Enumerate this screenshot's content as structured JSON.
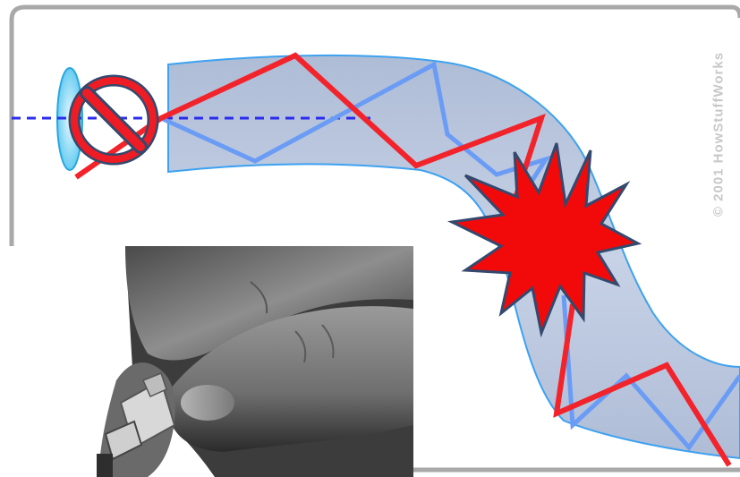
{
  "figure": {
    "copyright_text": "© 2001 HowStuffWorks",
    "colors": {
      "border": "#a9a9a9",
      "fiber_fill": "#b9c6dc",
      "fiber_edge": "#3da2f0",
      "ray_red": "#f2232a",
      "ray_blue": "#6b9cf5",
      "center_axis": "#2b2bf0",
      "prohibition_sign": "#ee1c24",
      "starburst": "#f20a0a",
      "outline": "#33496e"
    },
    "icons": {
      "prohibition": "no-entry-icon",
      "impact": "starburst-icon"
    },
    "photo": {
      "subject": "hand-holding-fiber-connector",
      "style": "grayscale"
    }
  }
}
